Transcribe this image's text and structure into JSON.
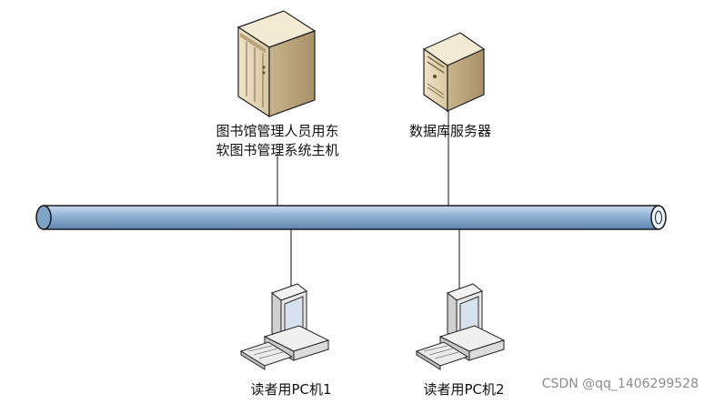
{
  "nodes": {
    "admin_host": {
      "label_line1": "图书馆管理人员用东",
      "label_line2": "软图书管理系统主机",
      "icon": "tower-server-icon"
    },
    "db_server": {
      "label": "数据库服务器",
      "icon": "server-icon"
    },
    "pc1": {
      "label": "读者用PC机1",
      "icon": "desktop-computer-icon"
    },
    "pc2": {
      "label": "读者用PC机2",
      "icon": "desktop-computer-icon"
    }
  },
  "network_bus": {
    "icon": "network-bus-pipe",
    "fill_color": "#9ab8d8",
    "stroke_color": "#1a1a1a"
  },
  "watermark": "CSDN @qq_1406299528"
}
